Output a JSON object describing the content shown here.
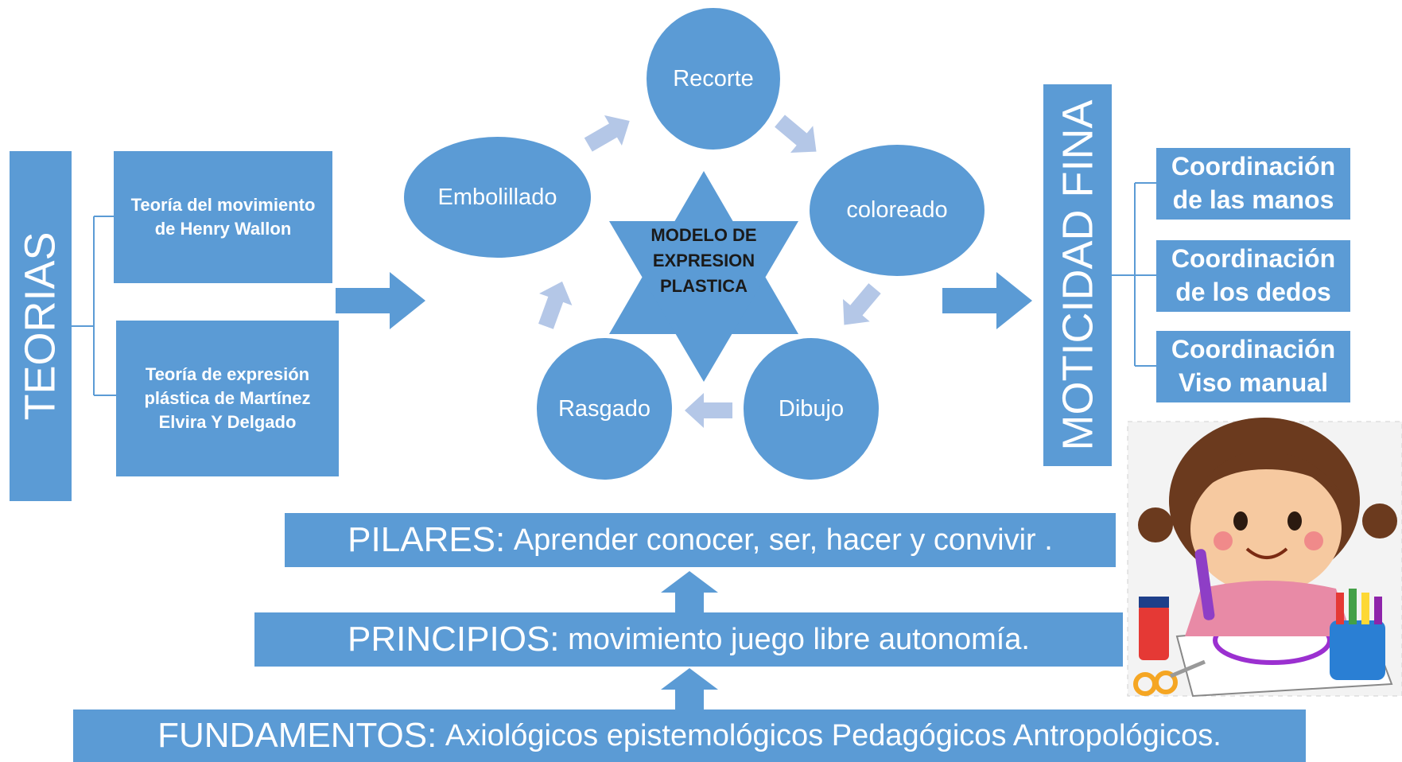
{
  "theories": {
    "title": "TEORIAS",
    "items": [
      "Teoría del movimiento de Henry Wallon",
      "Teoría  de expresión plástica de Martínez Elvira Y Delgado"
    ]
  },
  "model": {
    "center": "MODELO DE EXPRESION PLASTICA",
    "steps": [
      "Recorte",
      "coloreado",
      "Dibujo",
      "Rasgado",
      "Embolillado"
    ]
  },
  "motricity": {
    "title": "MOTICIDAD FINA",
    "items": [
      "Coordinación de las manos",
      "Coordinación de los dedos",
      "Coordinación Viso manual"
    ]
  },
  "pilares": {
    "label": "PILARES:",
    "text": "Aprender conocer, ser, hacer y convivir   ."
  },
  "principios": {
    "label": "PRINCIPIOS:",
    "text": "movimiento juego libre autonomía."
  },
  "fundamentos": {
    "label": "FUNDAMENTOS:",
    "text": "Axiológicos epistemológicos Pedagógicos Antropológicos."
  },
  "colors": {
    "primary": "#5b9bd5",
    "light_arrow": "#b4c7e7",
    "text_on_blue": "#ffffff"
  }
}
